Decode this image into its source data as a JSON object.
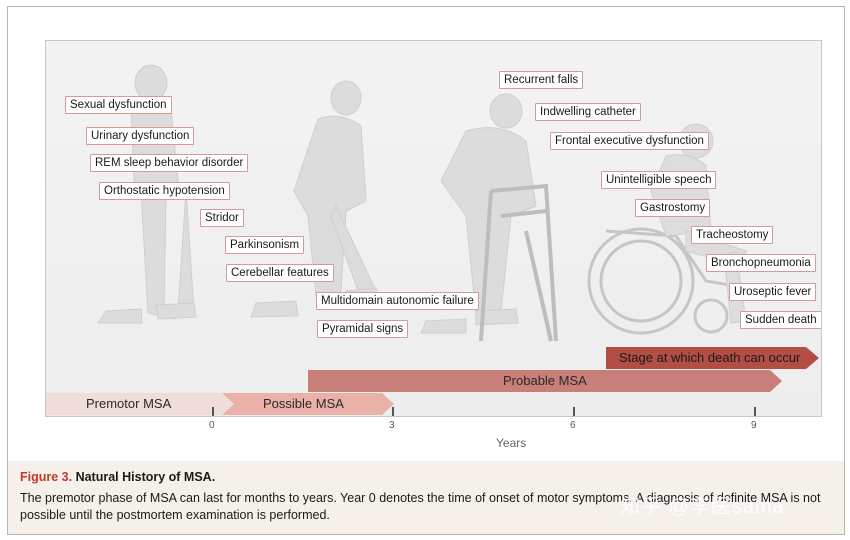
{
  "labels": [
    "Sexual dysfunction",
    "Urinary dysfunction",
    "REM sleep behavior disorder",
    "Orthostatic hypotension",
    "Stridor",
    "Parkinsonism",
    "Cerebellar features",
    "Multidomain autonomic failure",
    "Pyramidal signs",
    "Recurrent falls",
    "Indwelling catheter",
    "Frontal executive dysfunction",
    "Unintelligible speech",
    "Gastrostomy",
    "Tracheostomy",
    "Bronchopneumonia",
    "Uroseptic fever",
    "Sudden death"
  ],
  "bands": {
    "premotor": "Premotor MSA",
    "possible": "Possible MSA",
    "probable": "Probable MSA",
    "death": "Stage at which death can occur"
  },
  "axis": {
    "ticks": [
      "0",
      "3",
      "6",
      "9"
    ],
    "title": "Years"
  },
  "caption": {
    "figure_number": "Figure 3.",
    "title": "Natural History of MSA.",
    "text": "The premotor phase of MSA can last for months to years. Year 0 denotes the time of onset of motor symptoms. A diagnosis of definite MSA is not possible until the postmortem examination is performed."
  },
  "watermark": "知乎 @李医sama",
  "colors": {
    "premotor": "#f0dcd8",
    "possible": "#e9b1a8",
    "probable": "#c97f79",
    "death": "#b24e45",
    "figure_red": "#c0392b"
  }
}
